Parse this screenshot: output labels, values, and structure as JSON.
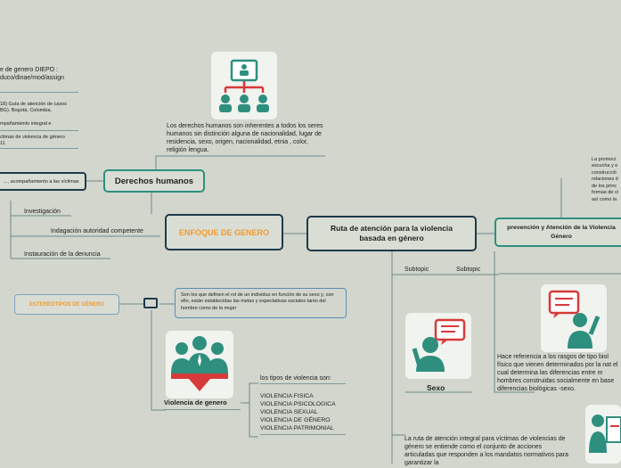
{
  "central": "Ruta de atención para la violencia basada en género",
  "enfoque": "ENFOQUE DE GENERO",
  "derechos": {
    "title": "Derechos humanos",
    "description": "Los derechos humanos son inherentes a todos los seres humanos sin distinción alguna de nacionalidad, lugar de residencia, sexo, origen, nacionalidad, etnia , color, religión lengua."
  },
  "left_box": "..., acompañamiento a las víctimas",
  "left_refs": {
    "ref1": "e de genero DIEPO :\nduco/dinae/mod/assign",
    "ref2": "18) Guía de atención de casos\nBG). Bogotá, Colombia.",
    "ref3": "mpañamiento integral e",
    "ref4": "ctimas de violencia de género\n11"
  },
  "enfoque_items": [
    "Investigación",
    "Indagación autoridad competente",
    "Instauración de la denuncia"
  ],
  "estereotipos": {
    "title": "ESTEREOTIPOS DE GÉNERO",
    "definition": "Son los que definen el rol de un individuo en función de su sexo y, con ello, están establecidas las metas y expectativas sociales tanto del hombre como de la mujer"
  },
  "violencia": {
    "title": "Violencia de genero",
    "intro": "los tipos de violencia son:",
    "types": [
      "VIOLENCIA FISICA",
      "VIOLENCIA PSICOLOGICA",
      "VIOLENCIA SEXUAL",
      "VIOLENCIA DE GÉNERO",
      "VIOLENCIA PATRIMONIAL"
    ]
  },
  "subtopics": [
    "Subtopic",
    "Subtopic"
  ],
  "sexo": {
    "title": "Sexo",
    "description": "Hace referencia a los rasgos de tipo biol físico que vienen determinados por la nat el cual determina las diferencias entre m hombres construidas socialmente en base diferencias biológicas -sexo."
  },
  "prevencion": {
    "title": "prevención y Atención de la Violencia Género",
    "description": "La promoci escucha y e construcció relaciones d de los princ formas de vi así como la"
  },
  "ruta_desc": "La ruta de atención integral para víctimas de violencias de género se entiende como el conjunto de acciones articuladas que responden a los mandatos normativos para garantizar la",
  "colors": {
    "accent_orange": "#f29a2e",
    "teal": "#2f8f7f",
    "red": "#d63a3a",
    "line": "#6f8a8c",
    "dark_border": "#1e3a4a"
  }
}
